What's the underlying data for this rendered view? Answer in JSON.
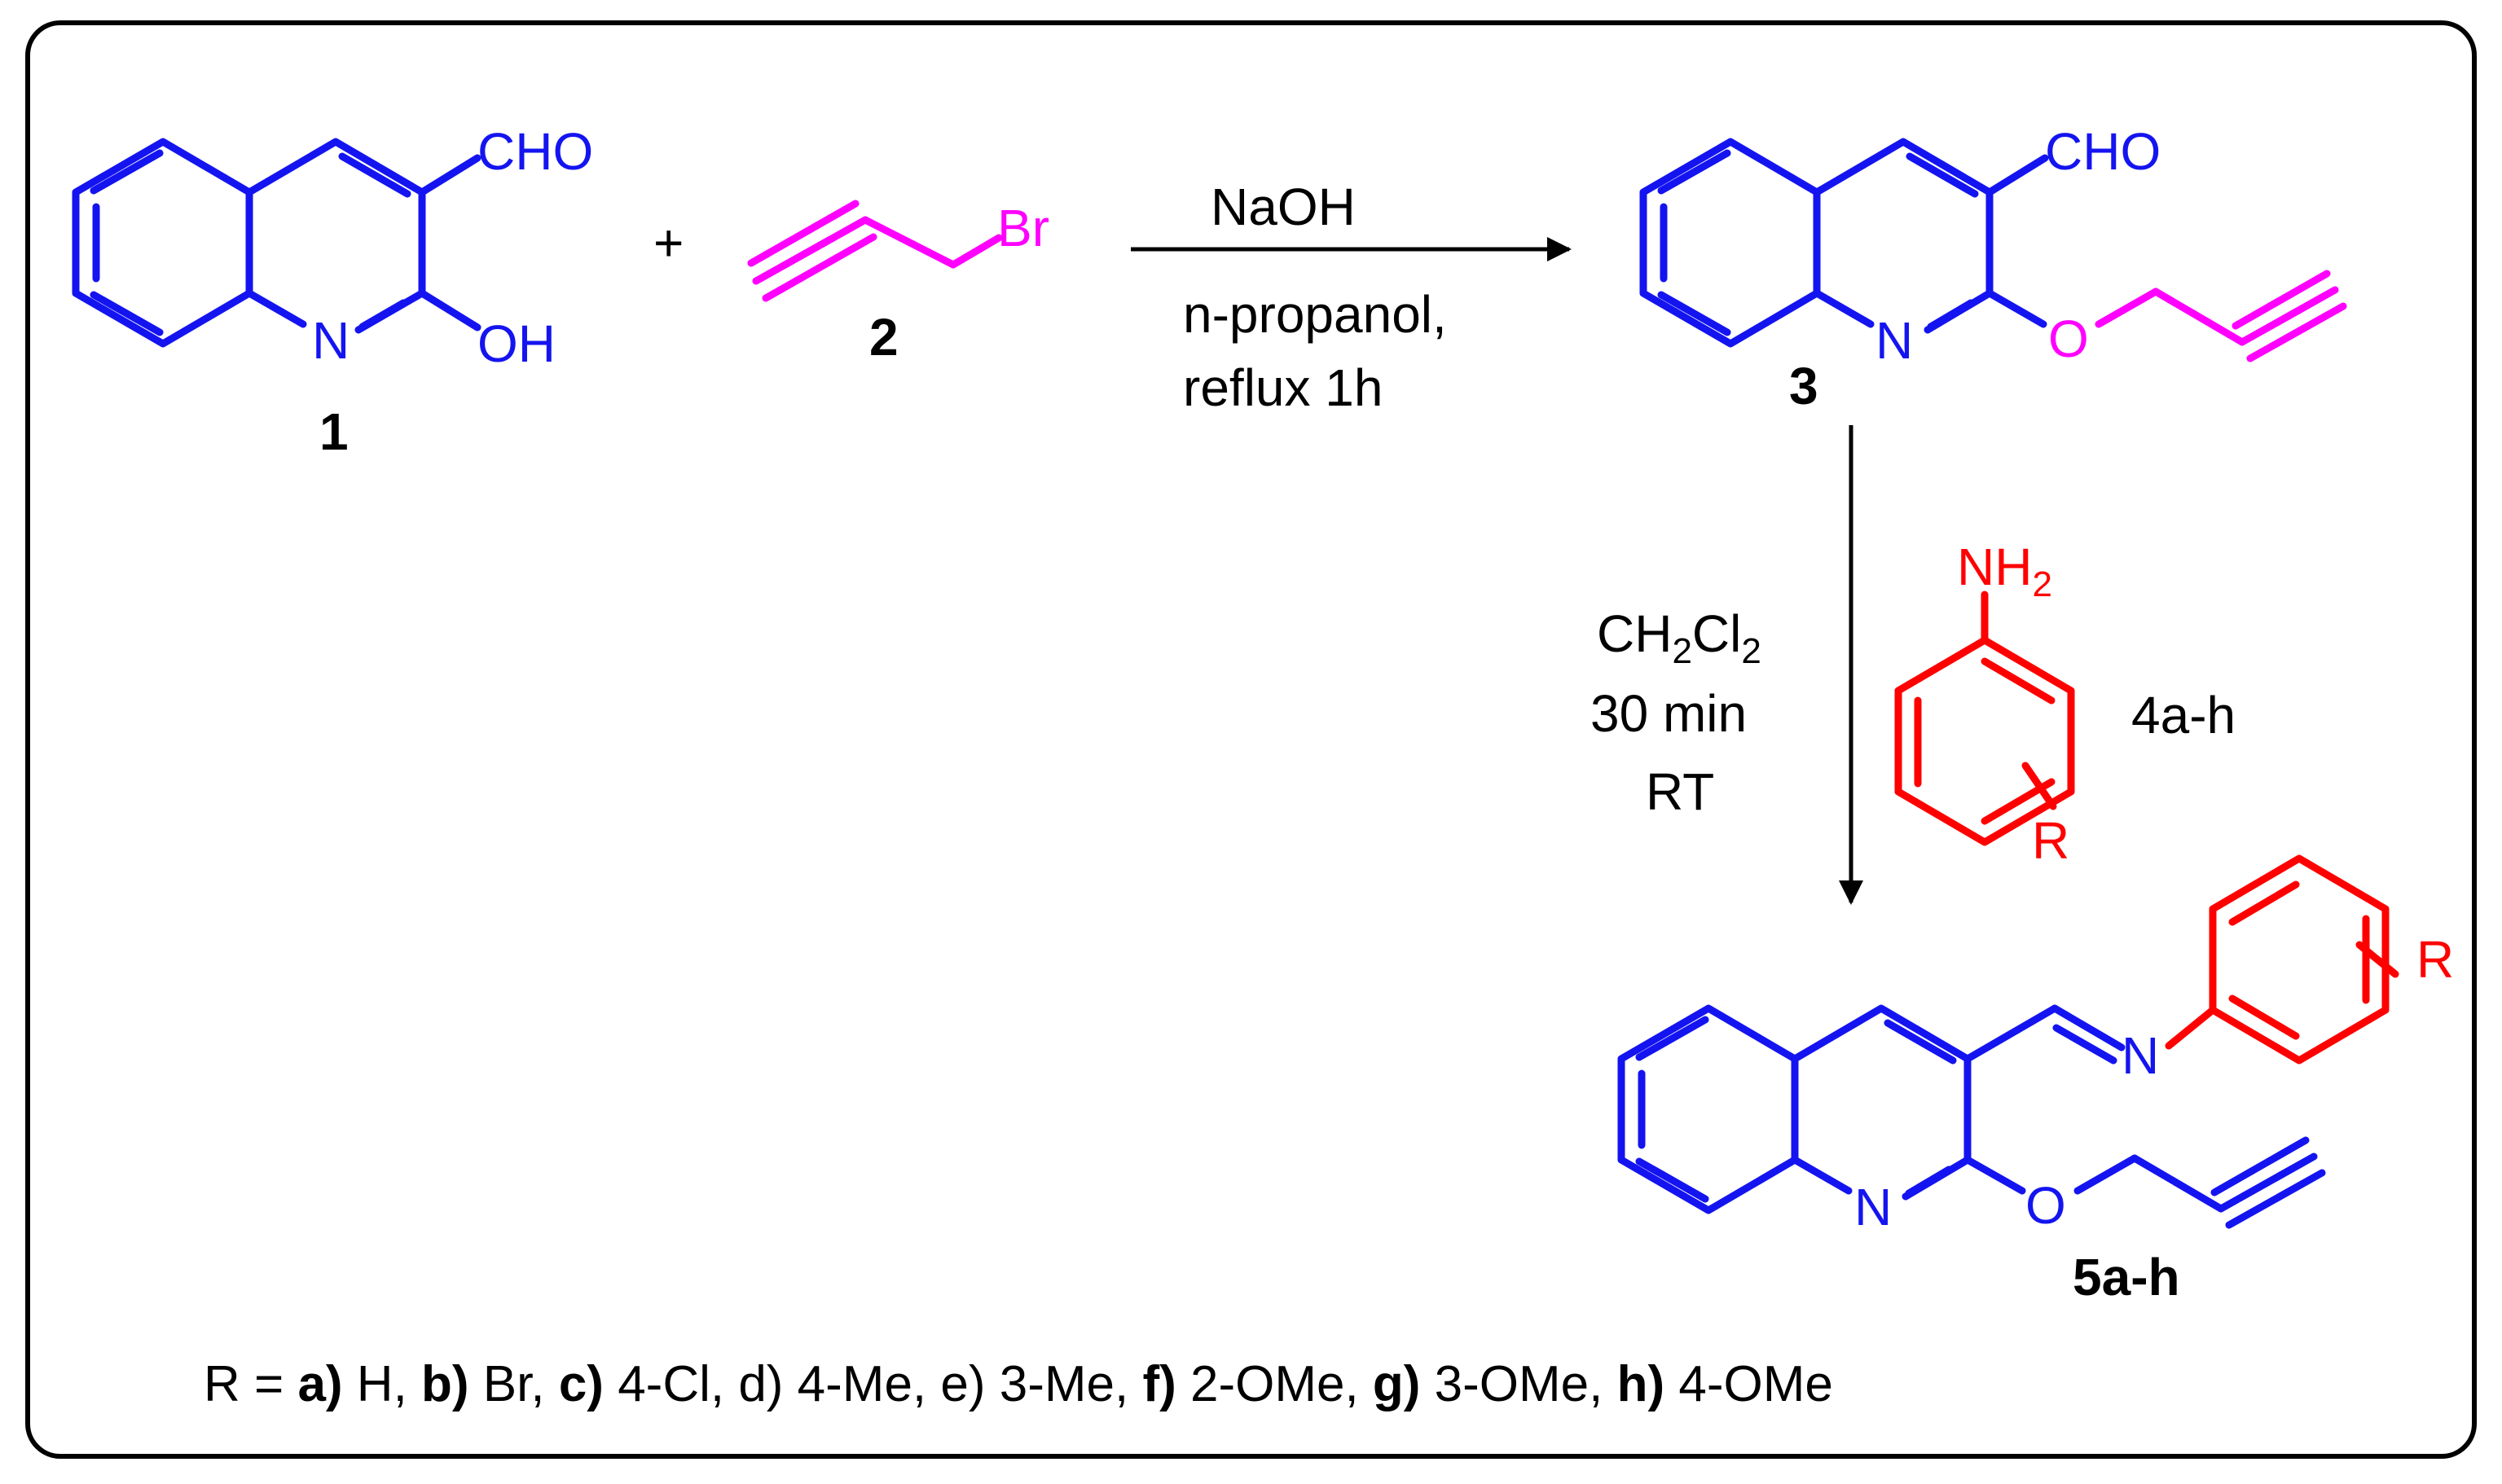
{
  "colors": {
    "blue": "#1414f0",
    "magenta": "#ff00ff",
    "red": "#ff0000",
    "black": "#000000"
  },
  "compound1": {
    "cho": "CHO",
    "n": "N",
    "oh": "OH",
    "number": "1"
  },
  "plus": "+",
  "compound2": {
    "br": "Br",
    "number": "2"
  },
  "step1": {
    "reagent": "NaOH",
    "solvent": "n-propanol,",
    "conditions": "reflux 1h"
  },
  "compound3": {
    "cho": "CHO",
    "n": "N",
    "o": "O",
    "number": "3"
  },
  "step2": {
    "solvent_main": "CH",
    "solvent_sub1": "2",
    "solvent_mid": "Cl",
    "solvent_sub2": "2",
    "time": "30 min",
    "temp": "RT"
  },
  "compound4": {
    "nh": "NH",
    "nh_sub": "2",
    "r": "R",
    "number": "4a-h"
  },
  "compound5": {
    "n_ring": "N",
    "n_imine": "N",
    "o": "O",
    "r": "R",
    "number": "5a-h"
  },
  "footer": {
    "prefix": "R = ",
    "a_key": "a)",
    "a_val": " H, ",
    "b_key": "b)",
    "b_val": " Br, ",
    "c_key": "c)",
    "c_val": " 4-Cl, d) 4-Me, e) 3-Me, ",
    "f_key": "f)",
    "f_val": " 2-OMe, ",
    "g_key": "g)",
    "g_val": " 3-OMe, ",
    "h_key": "h)",
    "h_val": " 4-OMe"
  }
}
